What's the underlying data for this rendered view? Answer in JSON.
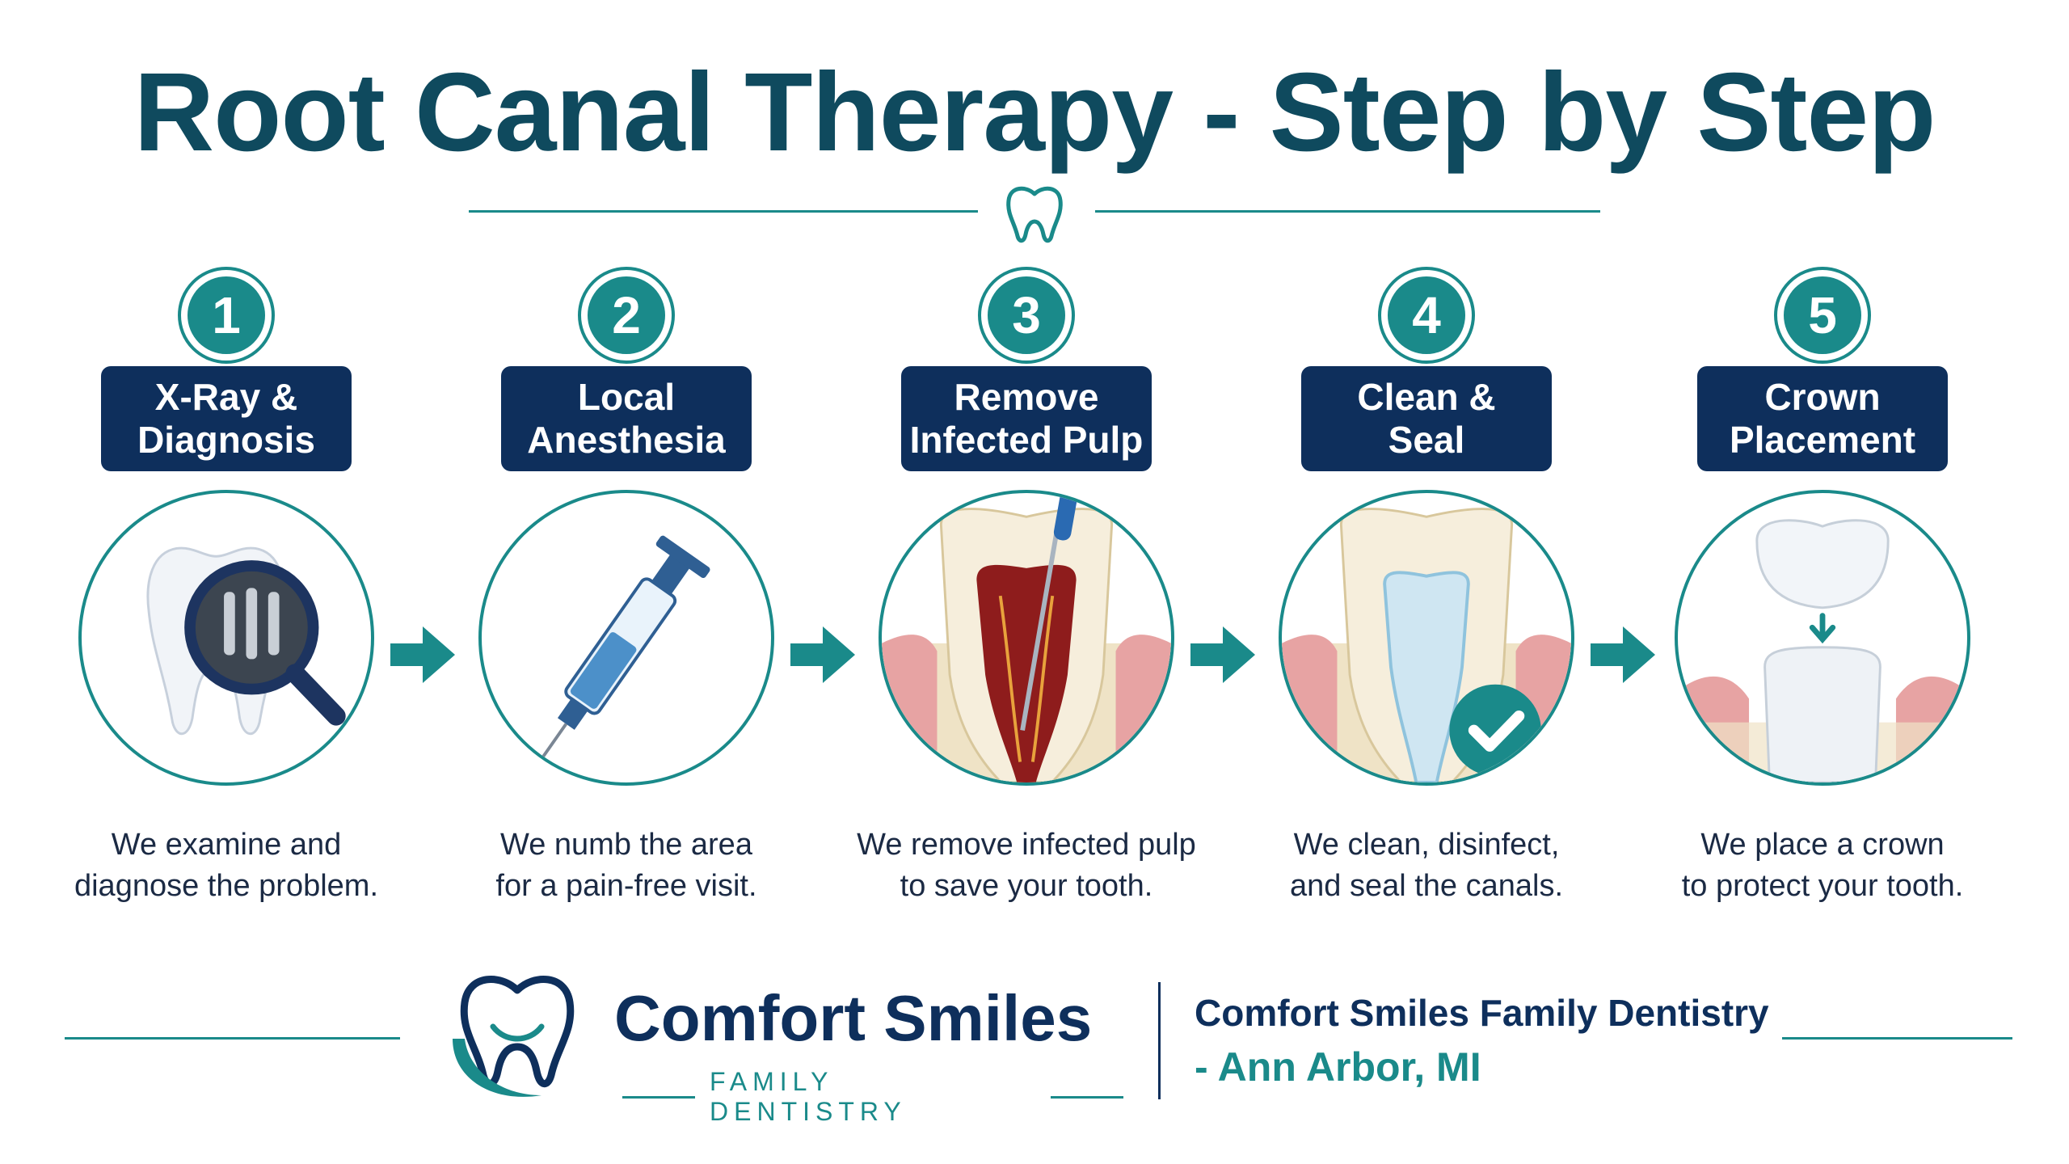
{
  "header": {
    "title": "Root Canal Therapy - Step by Step",
    "tooth_icon": "tooth-icon"
  },
  "colors": {
    "teal": "#1a8a8a",
    "navy": "#0e2f5c",
    "title": "#0f4a5e"
  },
  "steps": [
    {
      "number": "1",
      "label": "X-Ray &\nDiagnosis",
      "description": "We examine and\ndiagnose the problem.",
      "icon": "magnifier-xray-icon"
    },
    {
      "number": "2",
      "label": "Local\nAnesthesia",
      "description": "We numb the area\nfor a pain-free visit.",
      "icon": "syringe-icon"
    },
    {
      "number": "3",
      "label": "Remove\nInfected Pulp",
      "description": "We remove infected pulp\nto save your tooth.",
      "icon": "tooth-file-icon"
    },
    {
      "number": "4",
      "label": "Clean &\nSeal",
      "description": "We clean, disinfect,\nand seal the canals.",
      "icon": "sealed-tooth-check-icon"
    },
    {
      "number": "5",
      "label": "Crown\nPlacement",
      "description": "We place a crown\nto protect your tooth.",
      "icon": "crown-placement-icon"
    }
  ],
  "footer": {
    "logo_name": "Comfort Smiles",
    "logo_subtitle": "FAMILY DENTISTRY",
    "practice_name": "Comfort Smiles Family Dentistry",
    "practice_location": "- Ann Arbor, MI"
  }
}
